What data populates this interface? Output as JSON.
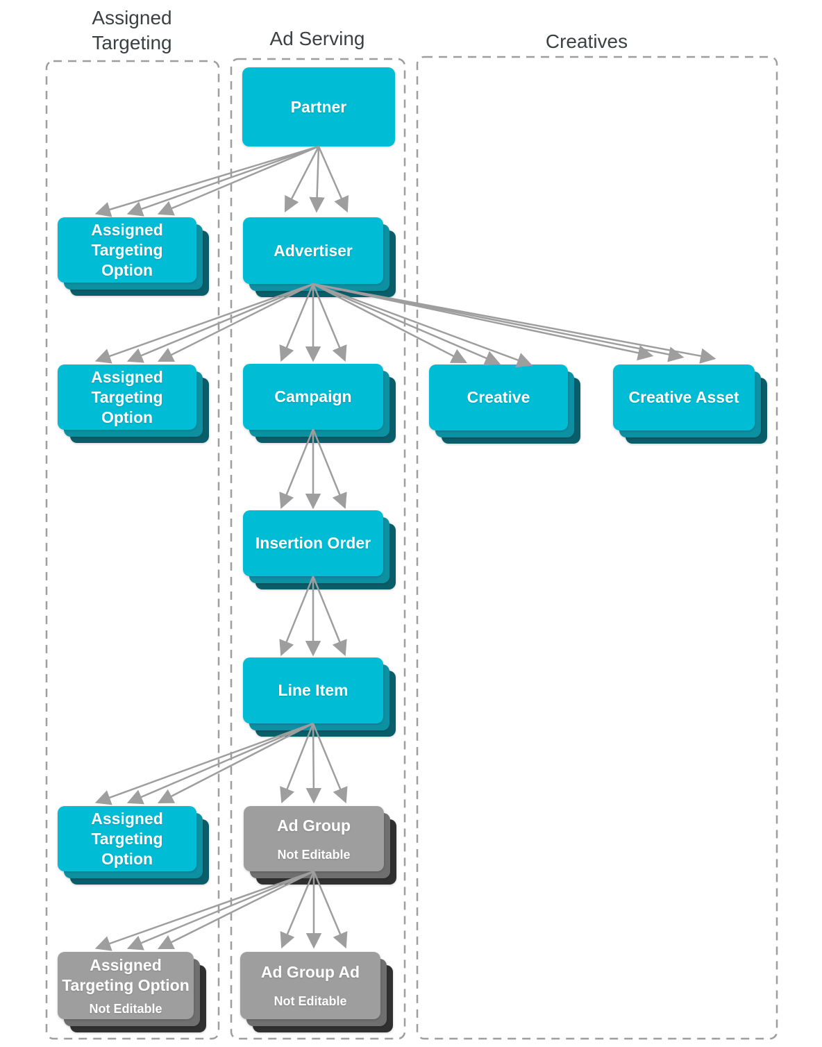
{
  "columns": {
    "assigned_targeting": {
      "title": "Assigned\nTargeting"
    },
    "ad_serving": {
      "title": "Ad Serving"
    },
    "creatives": {
      "title": "Creatives"
    }
  },
  "nodes": {
    "partner": {
      "label": "Partner"
    },
    "advertiser": {
      "label": "Advertiser"
    },
    "campaign": {
      "label": "Campaign"
    },
    "insertion_order": {
      "label": "Insertion Order"
    },
    "line_item": {
      "label": "Line Item"
    },
    "creative": {
      "label": "Creative"
    },
    "creative_asset": {
      "label": "Creative Asset"
    },
    "ato_partner": {
      "label": "Assigned\nTargeting\nOption"
    },
    "ato_advertiser": {
      "label": "Assigned\nTargeting\nOption"
    },
    "ato_line_item": {
      "label": "Assigned\nTargeting\nOption"
    },
    "ad_group": {
      "label": "Ad Group",
      "sublabel": "Not Editable"
    },
    "ato_ad_group": {
      "label": "Assigned\nTargeting Option",
      "sublabel": "Not Editable"
    },
    "ad_group_ad": {
      "label": "Ad Group Ad",
      "sublabel": "Not Editable"
    }
  },
  "edges": [
    {
      "from": "Partner",
      "to": "Assigned Targeting Option",
      "cardinality": "one-to-many"
    },
    {
      "from": "Partner",
      "to": "Advertiser",
      "cardinality": "one-to-many"
    },
    {
      "from": "Advertiser",
      "to": "Assigned Targeting Option",
      "cardinality": "one-to-many"
    },
    {
      "from": "Advertiser",
      "to": "Campaign",
      "cardinality": "one-to-many"
    },
    {
      "from": "Advertiser",
      "to": "Creative",
      "cardinality": "one-to-many"
    },
    {
      "from": "Advertiser",
      "to": "Creative Asset",
      "cardinality": "one-to-many"
    },
    {
      "from": "Campaign",
      "to": "Insertion Order",
      "cardinality": "one-to-many"
    },
    {
      "from": "Insertion Order",
      "to": "Line Item",
      "cardinality": "one-to-many"
    },
    {
      "from": "Line Item",
      "to": "Assigned Targeting Option",
      "cardinality": "one-to-many"
    },
    {
      "from": "Line Item",
      "to": "Ad Group",
      "cardinality": "one-to-many"
    },
    {
      "from": "Ad Group",
      "to": "Assigned Targeting Option",
      "cardinality": "one-to-many"
    },
    {
      "from": "Ad Group",
      "to": "Ad Group Ad",
      "cardinality": "one-to-many"
    }
  ],
  "colors": {
    "node_editable": "#00bcd4",
    "node_editable_mid": "#0e90a3",
    "node_editable_back": "#0a5e6a",
    "node_not_editable": "#9e9e9e",
    "node_not_editable_mid": "#6f6f6f",
    "node_not_editable_back": "#303030",
    "arrow": "#9e9e9e",
    "column_border": "#9e9e9e",
    "title_text": "#3c4043",
    "label_text": "#ffffff"
  }
}
